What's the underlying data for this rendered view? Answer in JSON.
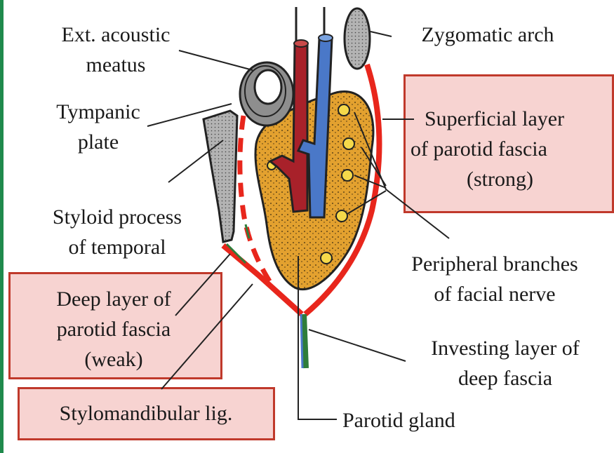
{
  "labels": {
    "ext_acoustic_meatus": [
      "Ext. acoustic",
      "meatus"
    ],
    "tympanic_plate": [
      "Tympanic",
      "plate"
    ],
    "styloid_process": [
      "Styloid process",
      "of temporal"
    ],
    "deep_layer": [
      "Deep layer of",
      "parotid fascia",
      "(weak)"
    ],
    "stylomandibular": "Stylomandibular lig.",
    "zygomatic_arch": "Zygomatic arch",
    "superficial_layer": [
      "Superficial layer",
      "of parotid fascia",
      "(strong)"
    ],
    "peripheral_branches": [
      "Peripheral branches",
      "of facial nerve"
    ],
    "investing_layer": [
      "Investing layer of",
      "deep fascia"
    ],
    "parotid_gland": "Parotid gland"
  },
  "colors": {
    "box_fill": "#f7d3d1",
    "box_border": "#c0392b",
    "gland": "#e3a12f",
    "artery": "#a8212a",
    "vein": "#4a78c8",
    "fascia": "#e8261c",
    "bone": "#8e8e8e",
    "green_edge": "#1f8a4c"
  }
}
